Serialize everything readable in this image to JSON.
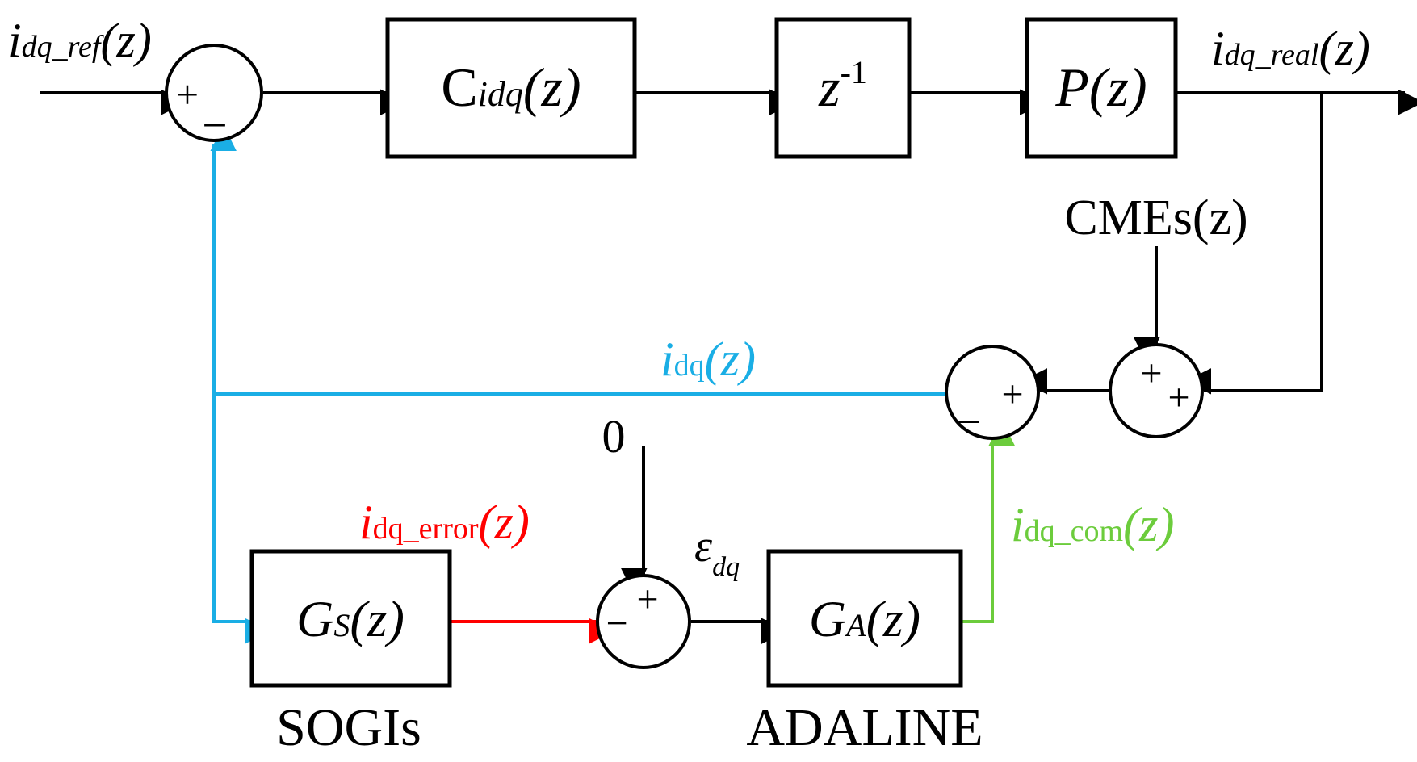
{
  "colors": {
    "black": "#000000",
    "blue": "#1aaee5",
    "red": "#ff0000",
    "green": "#6ccc3c"
  },
  "blocks": {
    "controller": {
      "main": "C",
      "sub": "idq",
      "arg": "(z)"
    },
    "delay": {
      "main": "z",
      "sup": "-1"
    },
    "plant": {
      "main": "P",
      "arg": "(z)"
    },
    "sogi": {
      "main": "G",
      "sub": "S",
      "arg": "(z)",
      "caption": "SOGIs"
    },
    "adaline": {
      "main": "G",
      "sub": "A",
      "arg": "(z)",
      "caption": "ADALINE"
    }
  },
  "signals": {
    "reference": {
      "main": "i",
      "sub": "dq_ref",
      "arg": "(z)"
    },
    "real": {
      "main": "i",
      "sub": "dq_real",
      "arg": "(z)"
    },
    "disturbance": {
      "text": "CMEs(z)"
    },
    "feedback": {
      "main": "i",
      "sub": "dq",
      "arg": "(z)"
    },
    "error": {
      "main": "i",
      "sub": "dq_error",
      "arg": "(z)"
    },
    "zero": {
      "text": "0"
    },
    "epsilon": {
      "main": "ε",
      "sub": "dq"
    },
    "compensation": {
      "main": "i",
      "sub": "dq_com",
      "arg": "(z)"
    }
  },
  "junctions": {
    "input_sum": {
      "top": "+",
      "bottom": "_"
    },
    "disturbance_sum": {
      "top": "+",
      "right": "+"
    },
    "comp_sum": {
      "left": "_",
      "right": "+"
    },
    "error_sum": {
      "left": "−",
      "top": "+"
    }
  }
}
